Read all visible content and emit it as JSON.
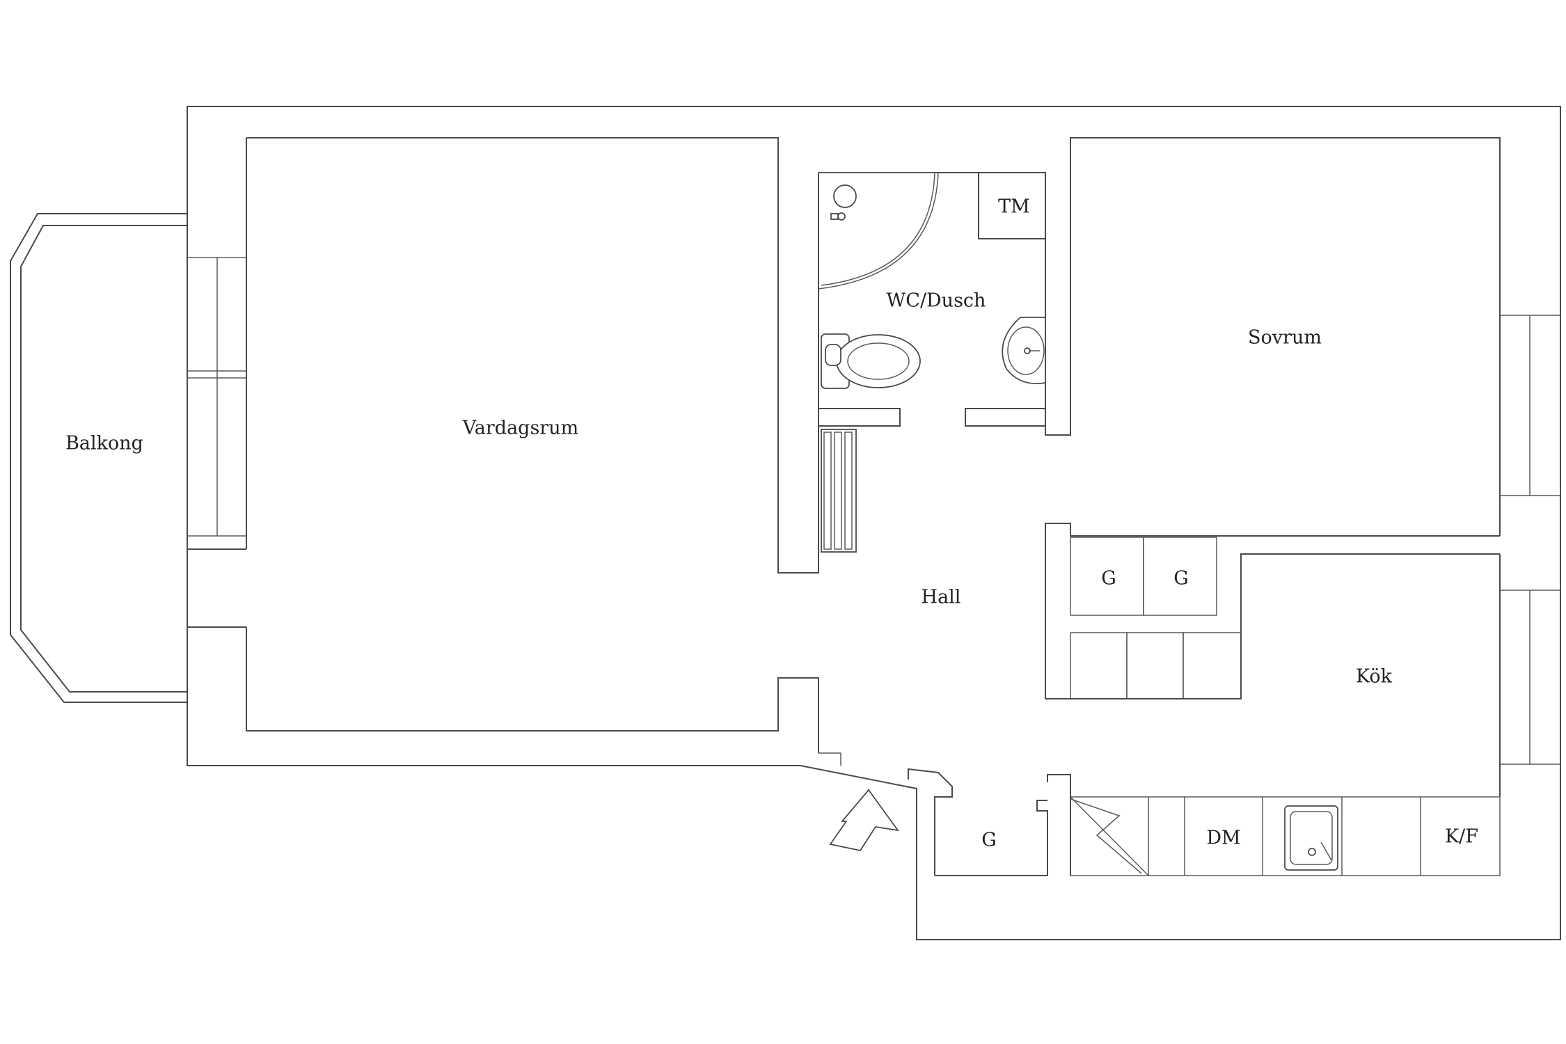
{
  "rooms": {
    "balkong": "Balkong",
    "vardagsrum": "Vardagsrum",
    "wc_dusch": "WC/Dusch",
    "sovrum": "Sovrum",
    "hall": "Hall",
    "kok": "Kök"
  },
  "fixtures": {
    "tm": "TM",
    "g_hall_1": "G",
    "g_hall_2": "G",
    "g_entry": "G",
    "dm": "DM",
    "kf": "K/F"
  }
}
